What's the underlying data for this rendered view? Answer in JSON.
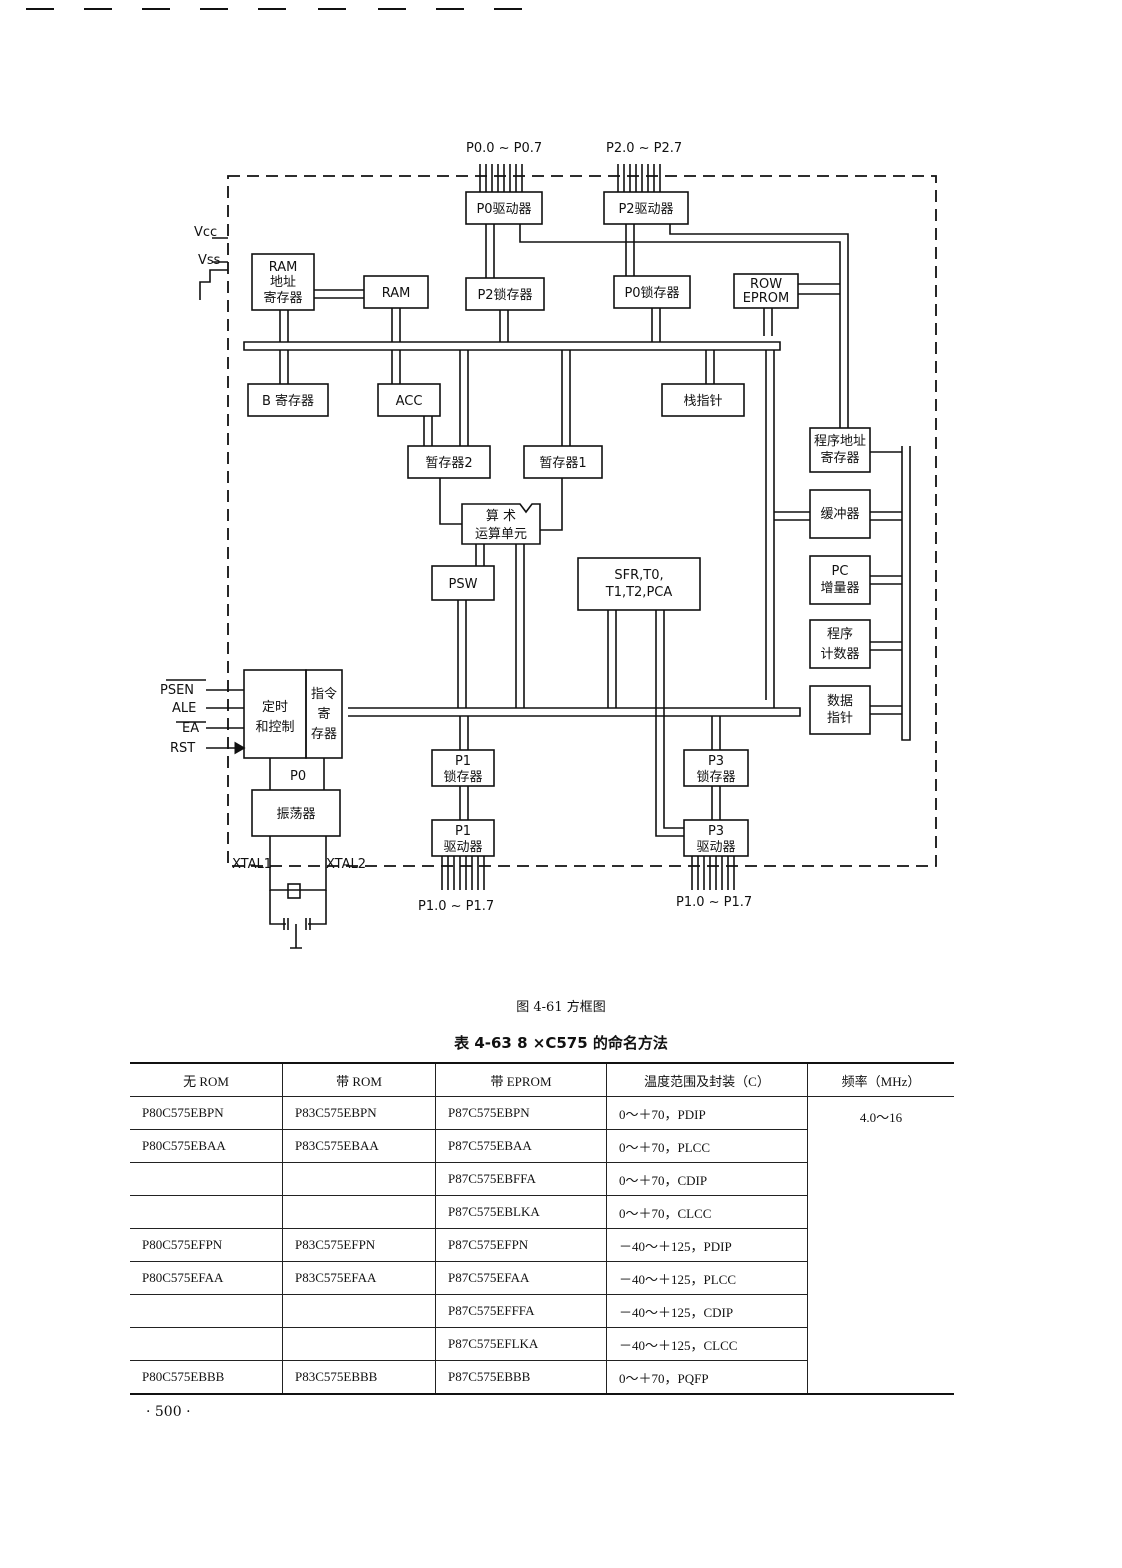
{
  "diagram": {
    "blocks": {
      "p0_driver": "P0驱动器",
      "p2_driver": "P2驱动器",
      "ram_addr_1": "RAM",
      "ram_addr_2": "地址",
      "ram_addr_3": "寄存器",
      "ram": "RAM",
      "p2_latch": "P2锁存器",
      "p0_latch": "P0锁存器",
      "rom_1": "ROW",
      "rom_2": "EPROM",
      "b_reg": "B 寄存器",
      "acc": "ACC",
      "stack_ptr": "栈指针",
      "tmp2": "暂存器2",
      "tmp1": "暂存器1",
      "alu_1": "算   术",
      "alu_2": "运算单元",
      "psw": "PSW",
      "sfr_1": "SFR,T0,",
      "sfr_2": "T1,T2,PCA",
      "prog_addr_1": "程序地址",
      "prog_addr_2": "寄存器",
      "buffer": "缓冲器",
      "pc_inc_1": "PC",
      "pc_inc_2": "增量器",
      "pc_1": "程序",
      "pc_2": "计数器",
      "dptr_1": "数据",
      "dptr_2": "指针",
      "timing_1": "定时",
      "timing_2": "和控制",
      "ir_1": "指令",
      "ir_2": "寄",
      "ir_3": "存器",
      "osc": "振荡器",
      "p1_latch_1": "P1",
      "p1_latch_2": "锁存器",
      "p1_driver_1": "P1",
      "p1_driver_2": "驱动器",
      "p3_latch_1": "P3",
      "p3_latch_2": "锁存器",
      "p3_driver_1": "P3",
      "p3_driver_2": "驱动器"
    },
    "labels": {
      "p0_pins": "P0.0 ~ P0.7",
      "p2_pins": "P2.0 ~ P2.7",
      "p1_pins": "P1.0 ~ P1.7",
      "p3_pins": "P1.0 ~ P1.7",
      "vcc": "Vcc",
      "vss": "Vss",
      "psen": "PSEN",
      "ale": "ALE",
      "ea": "EA",
      "rst": "RST",
      "p0_under": "P0",
      "xtal1": "XTAL1",
      "xtal2": "XTAL2"
    }
  },
  "caption": "图 4-61   方框图",
  "table": {
    "title": "表 4-63   8 ×C575 的命名方法",
    "headers": [
      "无 ROM",
      "带 ROM",
      "带 EPROM",
      "温度范围及封装（C）",
      "频率（MHz）"
    ],
    "freq": "4.0～16",
    "rows": [
      [
        "P80C575EBPN",
        "P83C575EBPN",
        "P87C575EBPN",
        "0～＋70，PDIP"
      ],
      [
        "P80C575EBAA",
        "P83C575EBAA",
        "P87C575EBAA",
        "0～＋70，PLCC"
      ],
      [
        "",
        "",
        "P87C575EBFFA",
        "0～＋70，CDIP"
      ],
      [
        "",
        "",
        "P87C575EBLKA",
        "0～＋70，CLCC"
      ],
      [
        "P80C575EFPN",
        "P83C575EFPN",
        "P87C575EFPN",
        "－40～＋125，PDIP"
      ],
      [
        "P80C575EFAA",
        "P83C575EFAA",
        "P87C575EFAA",
        "－40～＋125，PLCC"
      ],
      [
        "",
        "",
        "P87C575EFFFA",
        "－40～＋125，CDIP"
      ],
      [
        "",
        "",
        "P87C575EFLKA",
        "－40～＋125，CLCC"
      ],
      [
        "P80C575EBBB",
        "P83C575EBBB",
        "P87C575EBBB",
        "0～＋70，PQFP"
      ]
    ]
  },
  "page_number": "· 500 ·"
}
